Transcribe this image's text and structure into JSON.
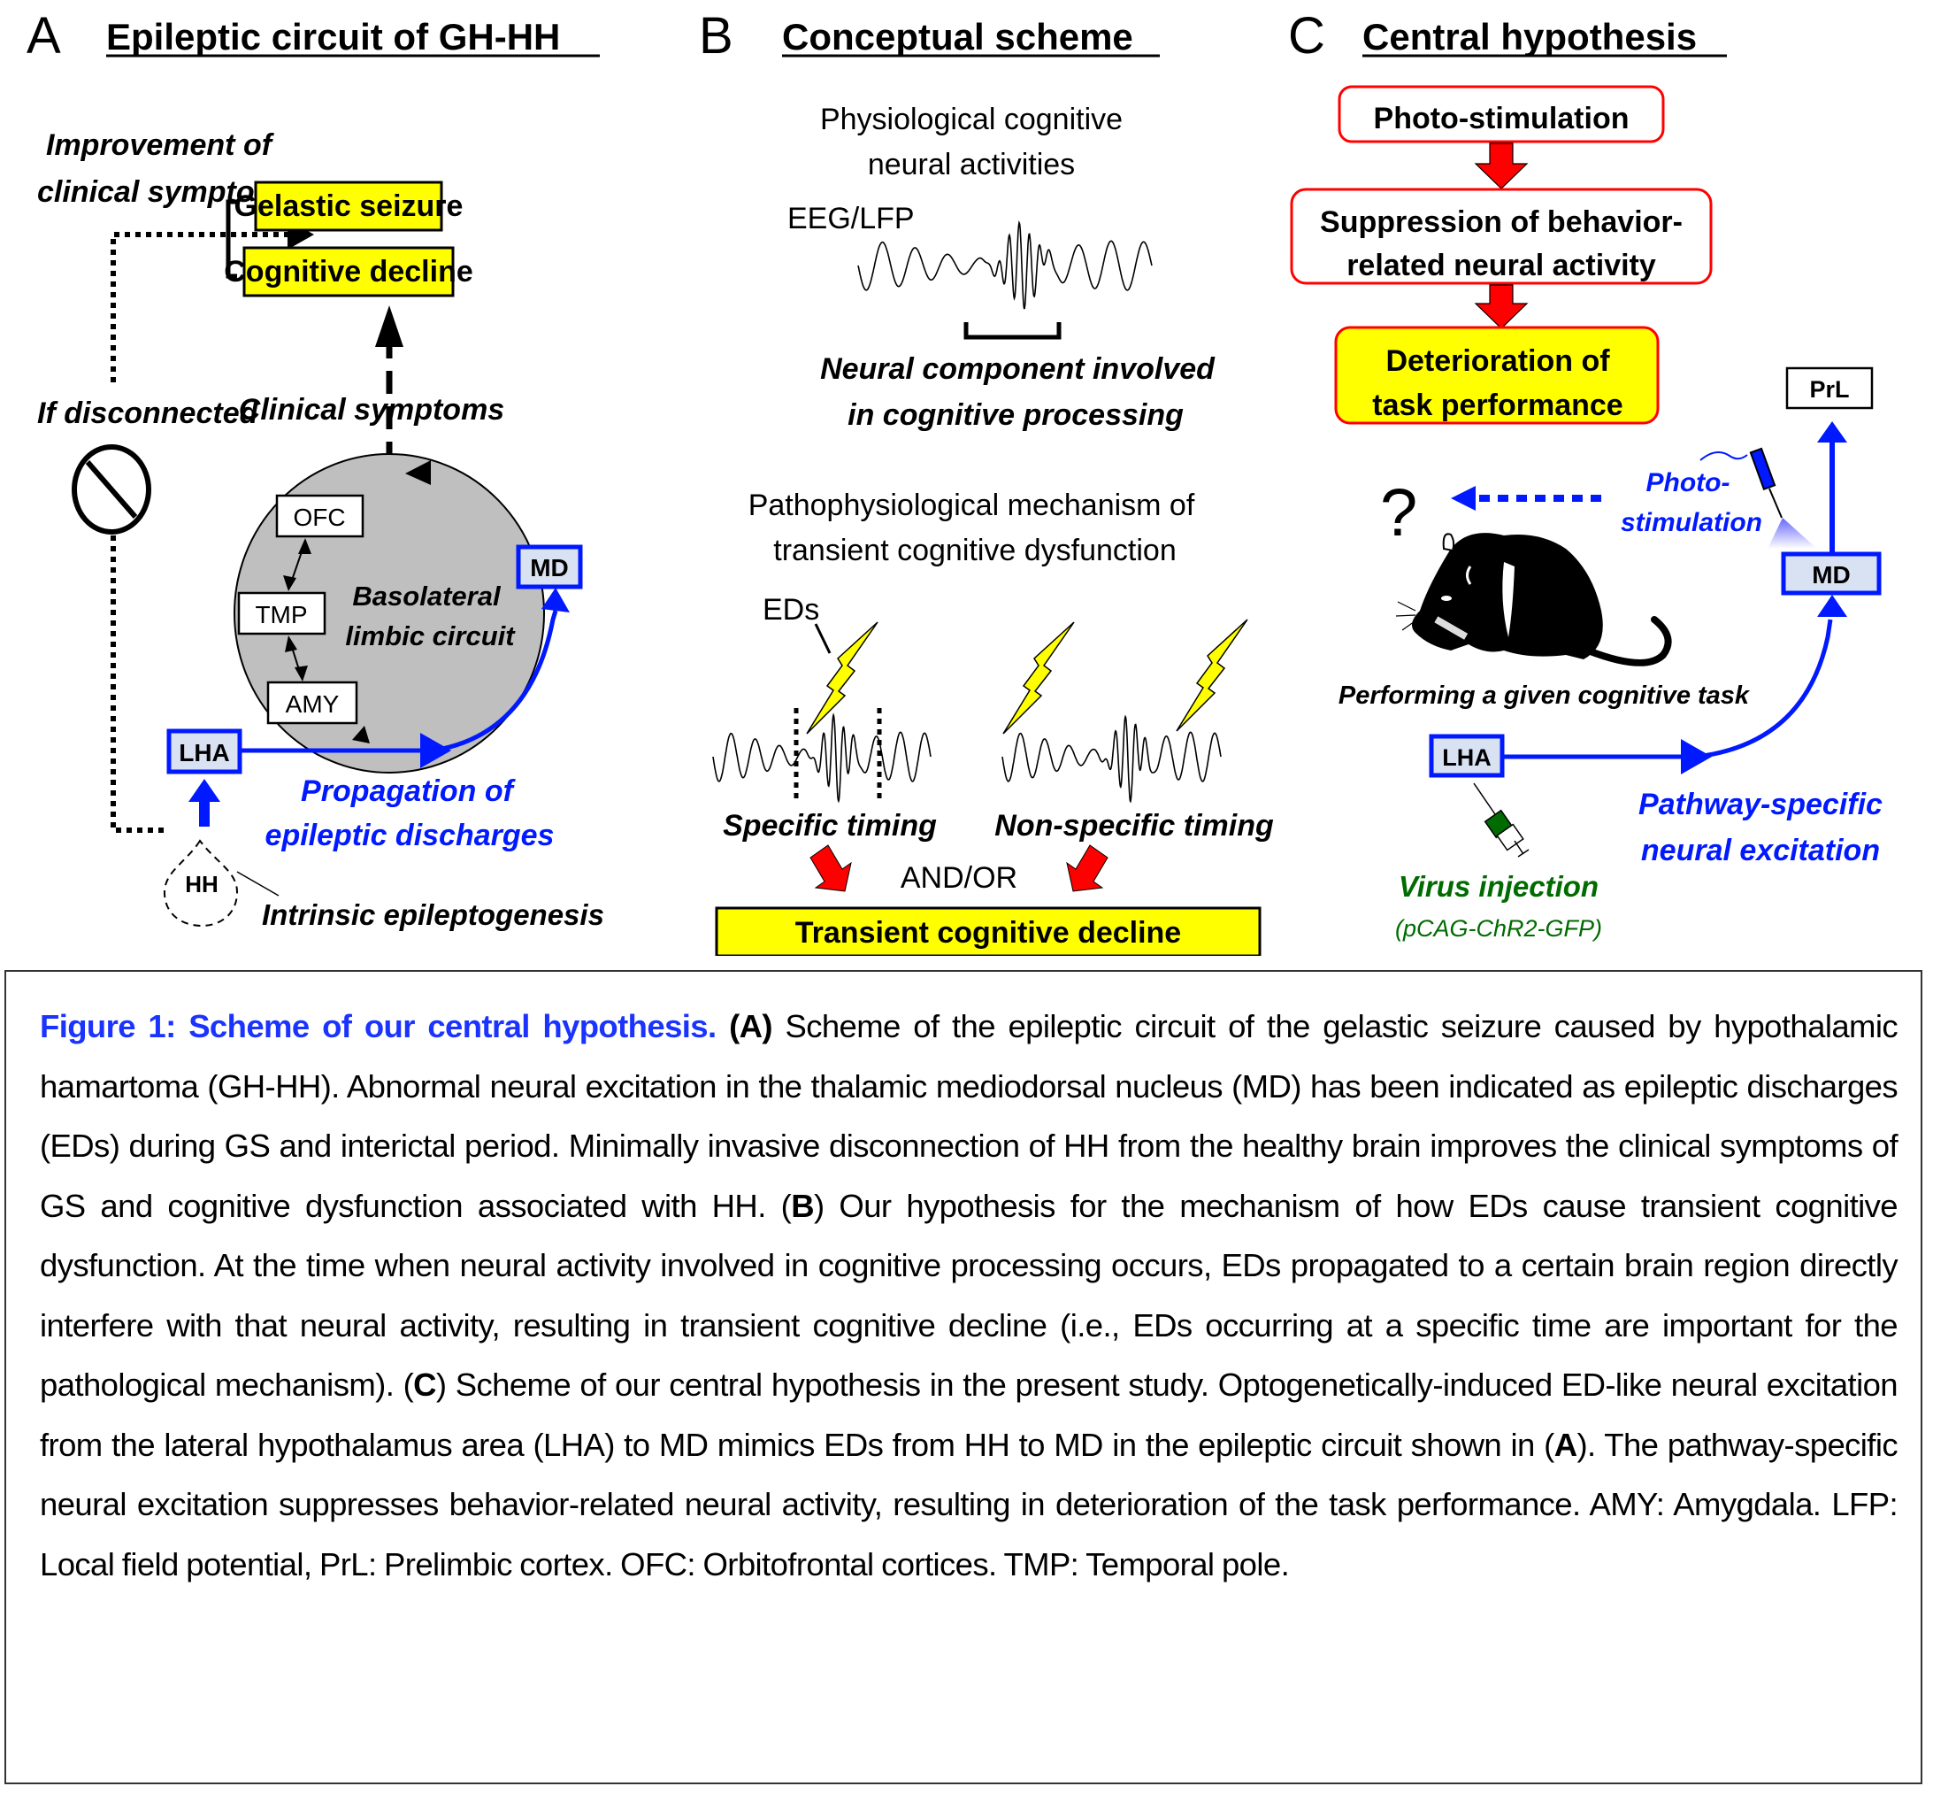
{
  "colors": {
    "yellow": "#ffff00",
    "red": "#ff0000",
    "blue": "#0019ff",
    "light_blue_fill": "#d9e2f3",
    "green": "#006b00",
    "gray_fill": "#bfbfbf",
    "light_purple": "#7f7fff"
  },
  "panel_a": {
    "letter": "A",
    "title": "Epileptic circuit of GH-HH",
    "improvement_label_1": "Improvement of",
    "improvement_label_2": "clinical symptoms",
    "gelastic_seizure": "Gelastic seizure",
    "cognitive_decline": "Cognitive decline",
    "if_disconnected": "If disconnected",
    "clinical_symptoms": "Clinical symptoms",
    "ofc": "OFC",
    "tmp": "TMP",
    "amy": "AMY",
    "circuit_label_1": "Basolateral",
    "circuit_label_2": "limbic circuit",
    "md": "MD",
    "lha": "LHA",
    "hh": "HH",
    "propagation_1": "Propagation of",
    "propagation_2": "epileptic discharges",
    "intrinsic": "Intrinsic epileptogenesis"
  },
  "panel_b": {
    "letter": "B",
    "title": "Conceptual scheme",
    "physio_1": "Physiological cognitive",
    "physio_2": "neural activities",
    "eeg_label": "EEG/LFP",
    "neural_component_1": "Neural component involved",
    "neural_component_2": "in cognitive processing",
    "patho_1": "Pathophysiological mechanism of",
    "patho_2": "transient cognitive dysfunction",
    "eds_label": "EDs",
    "specific_timing": "Specific timing",
    "non_specific_timing": "Non-specific timing",
    "and_or": "AND/OR",
    "transient_decline": "Transient cognitive decline"
  },
  "panel_c": {
    "letter": "C",
    "title": "Central hypothesis",
    "photo_stimulation_box": "Photo-stimulation",
    "suppression_1": "Suppression of behavior-",
    "suppression_2": "related neural activity",
    "deterioration_1": "Deterioration of",
    "deterioration_2": "task performance",
    "prl": "PrL",
    "md": "MD",
    "lha": "LHA",
    "question_mark": "?",
    "photo_label_1": "Photo-",
    "photo_label_2": "stimulation",
    "performing_task": "Performing a given cognitive task",
    "pathway_1": "Pathway-specific",
    "pathway_2": "neural excitation",
    "virus_injection": "Virus injection",
    "virus_construct": "(pCAG-ChR2-GFP)"
  },
  "caption": {
    "title": "Figure 1: Scheme of our central hypothesis.",
    "label_a": "(A)",
    "text_a": " Scheme of the epileptic circuit of the gelastic seizure caused by hypothalamic hamartoma (GH-HH). Abnormal neural excitation in the thalamic mediodorsal nucleus (MD) has been indicated as epileptic discharges (EDs) during GS and interictal period. Minimally invasive disconnection of HH from the healthy brain improves the clinical symptoms of GS and cognitive dysfunction associated with HH. (",
    "label_b": "B",
    "text_b": ") Our hypothesis for the mechanism of how EDs cause transient cognitive dysfunction. At the time when neural activity involved in cognitive processing occurs, EDs propagated to a certain brain region directly interfere with that neural activity, resulting in transient cognitive decline (i.e., EDs occurring at a specific time are important for the pathological mechanism). (",
    "label_c": "C",
    "text_c": ") Scheme of our central hypothesis in the present study. Optogenetically-induced ED-like neural excitation from the lateral hypothalamus area (LHA) to MD mimics EDs from HH to MD in the epileptic circuit shown in (",
    "label_a2": "A",
    "text_d": "). The pathway-specific neural excitation suppresses behavior-related neural activity, resulting in deterioration of the task performance. AMY: Amygdala. LFP: Local field potential, PrL: Prelimbic cortex. OFC: Orbitofrontal cortices. TMP: Temporal pole."
  }
}
